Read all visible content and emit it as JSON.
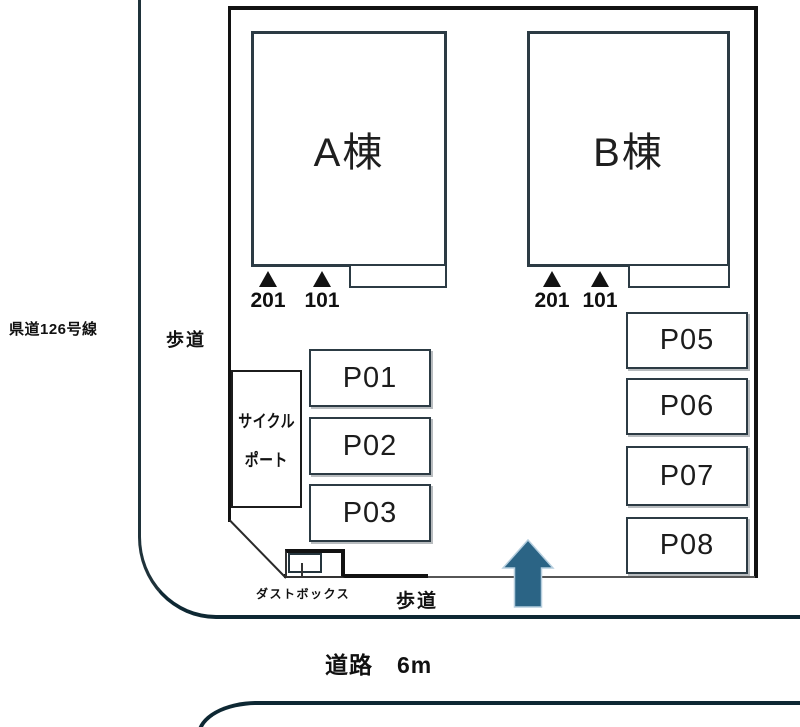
{
  "plan": {
    "roads": {
      "prefectural_road_label": "県道126号線",
      "sidewalk_west_label": "歩道",
      "sidewalk_south_label": "歩道",
      "road_width_label": "道路　6m"
    },
    "buildings": [
      {
        "label": "A棟",
        "units": [
          "201",
          "101"
        ]
      },
      {
        "label": "B棟",
        "units": [
          "201",
          "101"
        ]
      }
    ],
    "parking": {
      "left_column": [
        "P01",
        "P02",
        "P03"
      ],
      "right_column": [
        "P05",
        "P06",
        "P07",
        "P08"
      ]
    },
    "facilities": {
      "cycle_port_line1": "サイクル",
      "cycle_port_line2": "ポート",
      "dust_box_label": "ダストボックス"
    },
    "colors": {
      "boundary_line": "#121212",
      "building_border": "#2c3b44",
      "road_edge": "#0e2833",
      "arrow_fill": "#2b6485",
      "arrow_outline": "#b5cede"
    }
  }
}
